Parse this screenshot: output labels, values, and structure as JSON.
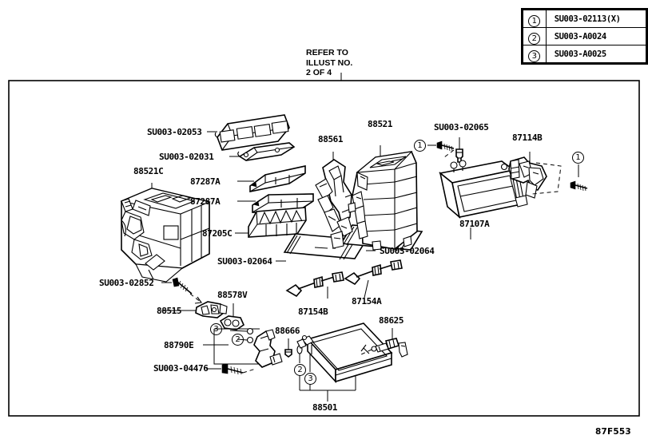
{
  "diagram": {
    "refer_note": [
      "REFER TO",
      "ILLUST NO.",
      "2 OF 4"
    ],
    "footer_code": "87F553",
    "legend": {
      "rows": [
        {
          "num": "1",
          "code": "SU003-02113(X)"
        },
        {
          "num": "2",
          "code": "SU003-A0024"
        },
        {
          "num": "3",
          "code": "SU003-A0025"
        }
      ]
    },
    "callouts": [
      {
        "id": "callout-1-top",
        "num": "1"
      },
      {
        "id": "callout-1-right",
        "num": "1"
      },
      {
        "id": "callout-3-left",
        "num": "3"
      },
      {
        "id": "callout-2-left",
        "num": "2"
      },
      {
        "id": "callout-2-bottom",
        "num": "2"
      },
      {
        "id": "callout-3-bottom",
        "num": "3"
      }
    ],
    "part_labels": [
      {
        "id": "su003-02053",
        "text": "SU003-02053"
      },
      {
        "id": "su003-02031",
        "text": "SU003-02031"
      },
      {
        "id": "p88521c",
        "text": "88521C"
      },
      {
        "id": "p87287a-1",
        "text": "87287A"
      },
      {
        "id": "p87287a-2",
        "text": "87287A"
      },
      {
        "id": "p87205c",
        "text": "87205C"
      },
      {
        "id": "p88561",
        "text": "88561"
      },
      {
        "id": "p88521",
        "text": "88521"
      },
      {
        "id": "su003-02065",
        "text": "SU003-02065"
      },
      {
        "id": "p87114b",
        "text": "87114B"
      },
      {
        "id": "p87107a",
        "text": "87107A"
      },
      {
        "id": "su003-02064-l",
        "text": "SU003-02064"
      },
      {
        "id": "su003-02064-r",
        "text": "SU003-02064"
      },
      {
        "id": "su003-02852",
        "text": "SU003-02852"
      },
      {
        "id": "p88515",
        "text": "88515"
      },
      {
        "id": "p88578v",
        "text": "88578V"
      },
      {
        "id": "p87154b",
        "text": "87154B"
      },
      {
        "id": "p87154a",
        "text": "87154A"
      },
      {
        "id": "p88790e",
        "text": "88790E"
      },
      {
        "id": "su003-04476",
        "text": "SU003-04476"
      },
      {
        "id": "p88666",
        "text": "88666"
      },
      {
        "id": "p88625",
        "text": "88625"
      },
      {
        "id": "p88501",
        "text": "88501"
      }
    ]
  }
}
